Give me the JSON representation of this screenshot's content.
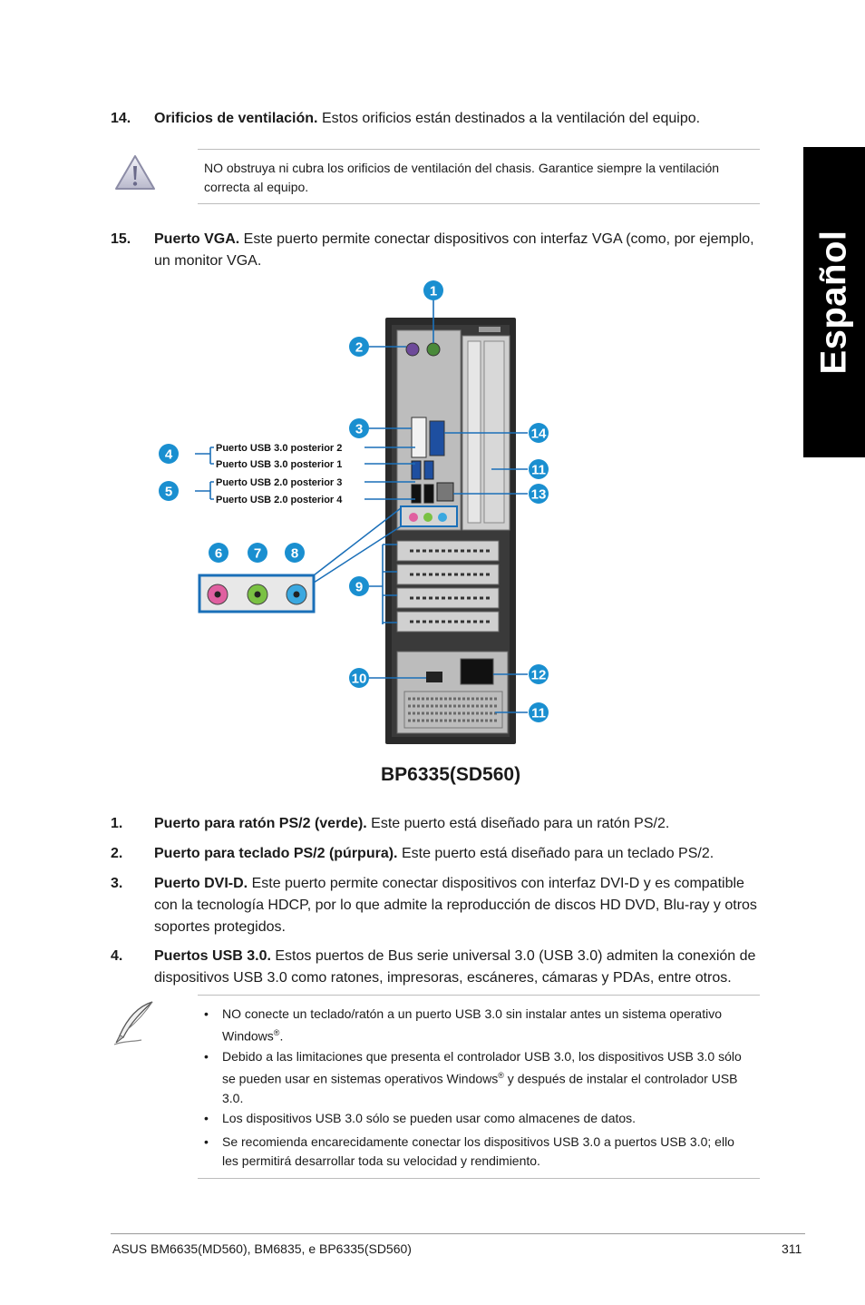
{
  "sidebar_tab": {
    "label": "Español"
  },
  "item14": {
    "number": "14",
    "title": "Orificios de ventilación.",
    "text": " Estos orificios están destinados a la ventilación del equipo."
  },
  "warning": {
    "text": "NO obstruya ni cubra los orificios de ventilación del chasis. Garantice siempre la ventilación correcta al equipo."
  },
  "item15": {
    "number": "15.",
    "title": "Puerto VGA.",
    "text": " Este puerto permite conectar dispositivos con interfaz VGA (como, por ejemplo, un monitor VGA."
  },
  "diagram": {
    "caption": "BP6335(SD560)",
    "callouts": [
      "1",
      "2",
      "3",
      "4",
      "5",
      "6",
      "7",
      "8",
      "9",
      "10",
      "11",
      "11",
      "12",
      "13",
      "14"
    ],
    "labels": {
      "usb30_rear2": "Puerto USB 3.0 posterior 2",
      "usb30_rear1": "Puerto USB 3.0 posterior 1",
      "usb20_rear3": "Puerto USB 2.0 posterior 3",
      "usb20_rear4": "Puerto USB 2.0 posterior 4"
    },
    "colors": {
      "callout": "#1a8fd0",
      "leader": "#1a6fb8",
      "chassis": "#2b2b2b",
      "audio_pink": "#e060a0",
      "audio_green": "#7ac143",
      "audio_blue": "#3aa8e0"
    }
  },
  "items": [
    {
      "number": "1.",
      "title": "Puerto para ratón PS/2 (verde).",
      "text": " Este puerto está diseñado para un ratón PS/2."
    },
    {
      "number": "2.",
      "title": "Puerto para teclado PS/2 (púrpura).",
      "text": " Este puerto está diseñado para un teclado PS/2."
    },
    {
      "number": "3.",
      "title": "Puerto DVI-D.",
      "text": " Este puerto permite conectar dispositivos con interfaz DVI-D y es compatible con la tecnología HDCP, por lo que admite la reproducción de discos HD DVD, Blu-ray y otros soportes protegidos."
    },
    {
      "number": "4.",
      "title": "Puertos USB 3.0.",
      "text": " Estos puertos de Bus serie universal 3.0 (USB 3.0) admiten la conexión de dispositivos USB 3.0 como ratones, impresoras, escáneres, cámaras y PDAs, entre otros."
    }
  ],
  "notes": [
    {
      "bullet": "•",
      "text_a": "NO conecte un teclado/ratón a un puerto USB 3.0 sin instalar antes un sistema operativo Windows",
      "sup": "®",
      "text_b": "."
    },
    {
      "bullet": "•",
      "text_a": "Debido a las limitaciones que presenta el controlador USB 3.0, los dispositivos USB 3.0 sólo se pueden usar en sistemas operativos Windows",
      "sup": "®",
      "text_b": " y después de instalar el controlador USB 3.0."
    },
    {
      "bullet": "•",
      "text": "Los dispositivos USB 3.0 sólo se pueden usar como almacenes de datos."
    },
    {
      "bullet": "•",
      "text": "Se recomienda encarecidamente conectar los dispositivos USB 3.0 a puertos USB 3.0; ello les permitirá desarrollar toda su velocidad y rendimiento."
    }
  ],
  "footer": {
    "left": "ASUS BM6635(MD560), BM6835, e BP6335(SD560)",
    "page": "311"
  }
}
